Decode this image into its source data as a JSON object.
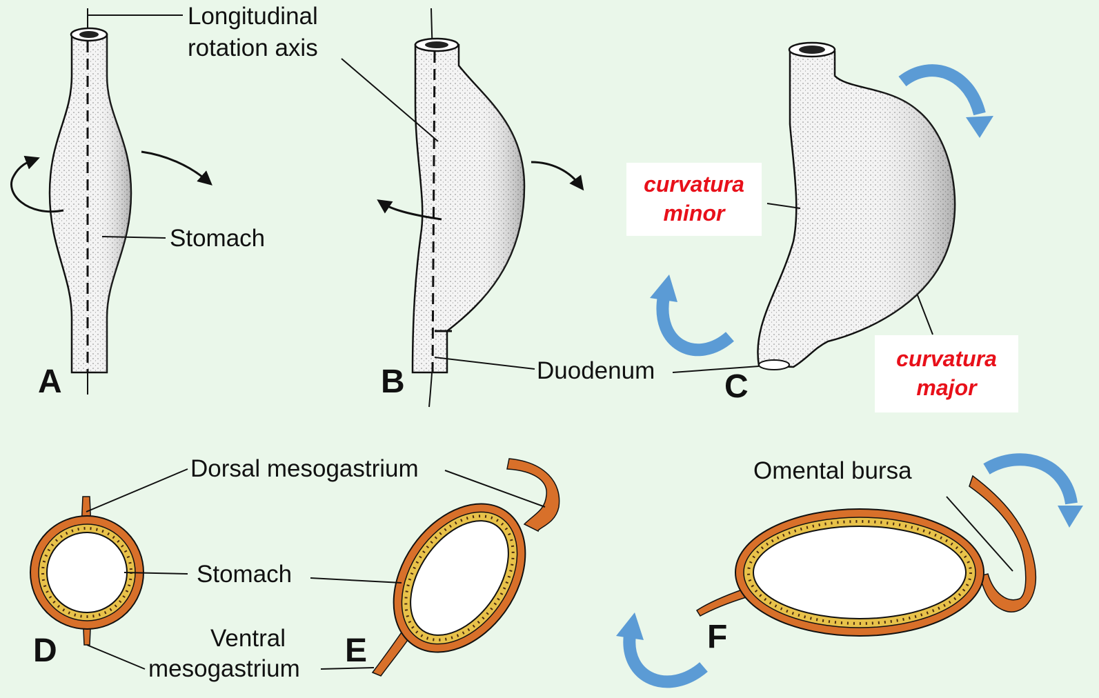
{
  "labels": {
    "longitudinal": "Longitudinal",
    "rotation_axis": "rotation axis",
    "stomach_top": "Stomach",
    "duodenum": "Duodenum",
    "dorsal_mesogastrium": "Dorsal mesogastrium",
    "stomach_bottom": "Stomach",
    "ventral": "Ventral",
    "mesogastrium": "mesogastrium",
    "omental_bursa": "Omental bursa"
  },
  "panels": {
    "a": "A",
    "b": "B",
    "c": "C",
    "d": "D",
    "e": "E",
    "f": "F"
  },
  "callouts": {
    "minor_line1": "curvatura",
    "minor_line2": "minor",
    "major_line1": "curvatura",
    "major_line2": "major"
  },
  "colors": {
    "background": "#eaf7ea",
    "callout_text": "#e8101a",
    "rotation_arrow": "#5b9bd5",
    "mesentery": "#d8702a",
    "wall_yellow": "#e8c24a"
  },
  "icons": [
    "curved-rotation-arrow-icon",
    "blue-curved-arrow-icon"
  ]
}
